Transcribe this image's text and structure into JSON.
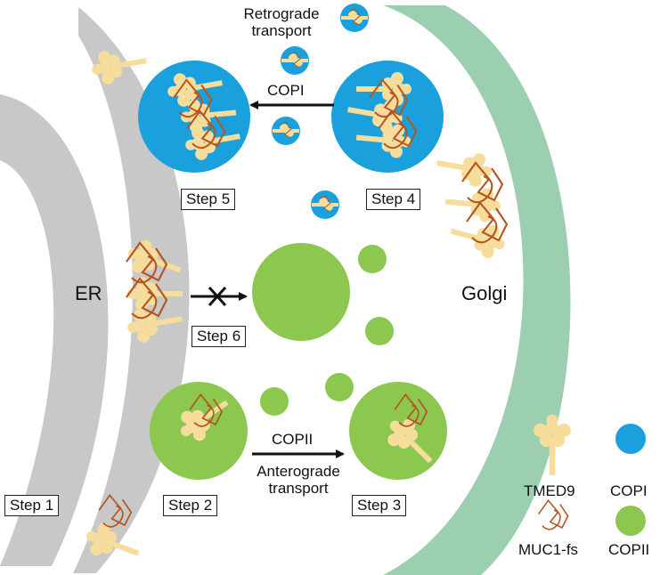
{
  "labels": {
    "er": "ER",
    "golgi": "Golgi",
    "copi_arrow": "COPI",
    "copii_arrow": "COPII",
    "retrograde_line1": "Retrograde",
    "retrograde_line2": "transport",
    "anterograde_line1": "Anterograde",
    "anterograde_line2": "transport"
  },
  "steps": {
    "step1": "Step 1",
    "step2": "Step 2",
    "step3": "Step 3",
    "step4": "Step 4",
    "step5": "Step 5",
    "step6": "Step 6"
  },
  "legend": {
    "tmed9": "TMED9",
    "muc1fs": "MUC1-fs",
    "copi": "COPI",
    "copii": "COPII"
  },
  "colors": {
    "er": "#c8c8c8",
    "golgi": "#9bcfaf",
    "copi": "#1aa0dc",
    "copii": "#8cc850",
    "tmed9": "#f6dd9c",
    "muc1": "#b5541e",
    "arrow": "#111111"
  }
}
